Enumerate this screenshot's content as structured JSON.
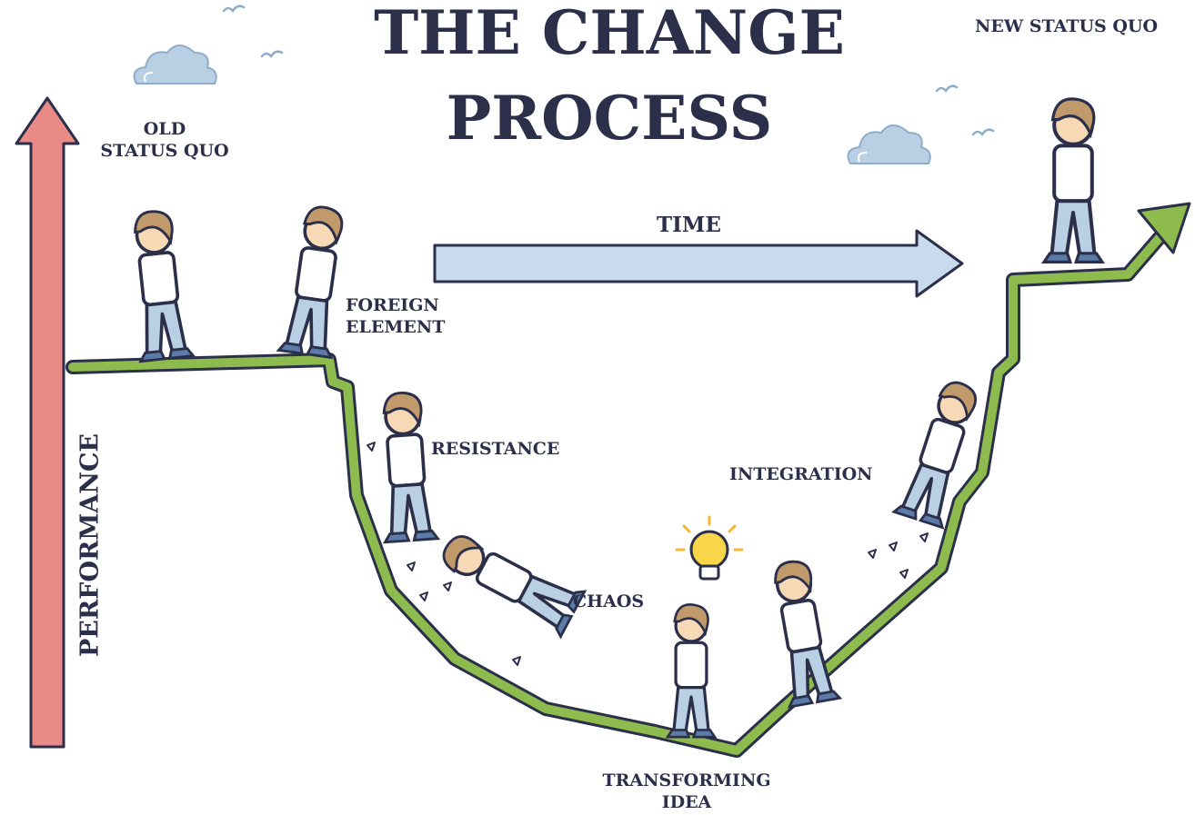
{
  "title": {
    "line1": "THE CHANGE",
    "line2": "PROCESS"
  },
  "axes": {
    "time": "TIME",
    "performance": "PERFORMANCE"
  },
  "stages": {
    "old_status_quo": {
      "line1": "OLD",
      "line2": "STATUS QUO"
    },
    "foreign_element": {
      "line1": "FOREIGN",
      "line2": "ELEMENT"
    },
    "resistance": "RESISTANCE",
    "chaos": "CHAOS",
    "transforming_idea": {
      "line1": "TRANSFORMING",
      "line2": "IDEA"
    },
    "integration": "INTEGRATION",
    "new_status_quo": "NEW STATUS QUO"
  },
  "colors": {
    "ink": "#2b2f4a",
    "path_green": "#8dbb4e",
    "performance_arrow": "#e98a86",
    "time_arrow": "#c8dbec",
    "cloud": "#b9cfe4",
    "skin": "#f7d9b5",
    "hair": "#c19a6b",
    "pants": "#b9cfe4",
    "bulb": "#f9d649"
  },
  "icons": [
    "cloud-icon",
    "bird-icon",
    "lightbulb-icon",
    "person-icon"
  ]
}
